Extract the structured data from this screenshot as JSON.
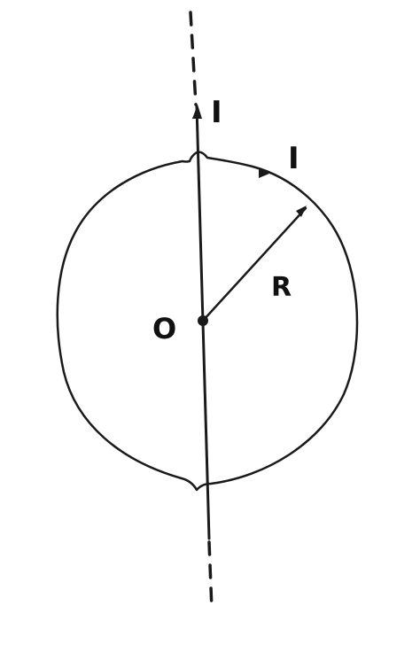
{
  "figure": {
    "labels": {
      "wire_current": "I",
      "loop_current": "I",
      "center": "O",
      "radius": "R"
    },
    "colors": {
      "ink": "#1a1a1a",
      "background": "#ffffff"
    }
  }
}
